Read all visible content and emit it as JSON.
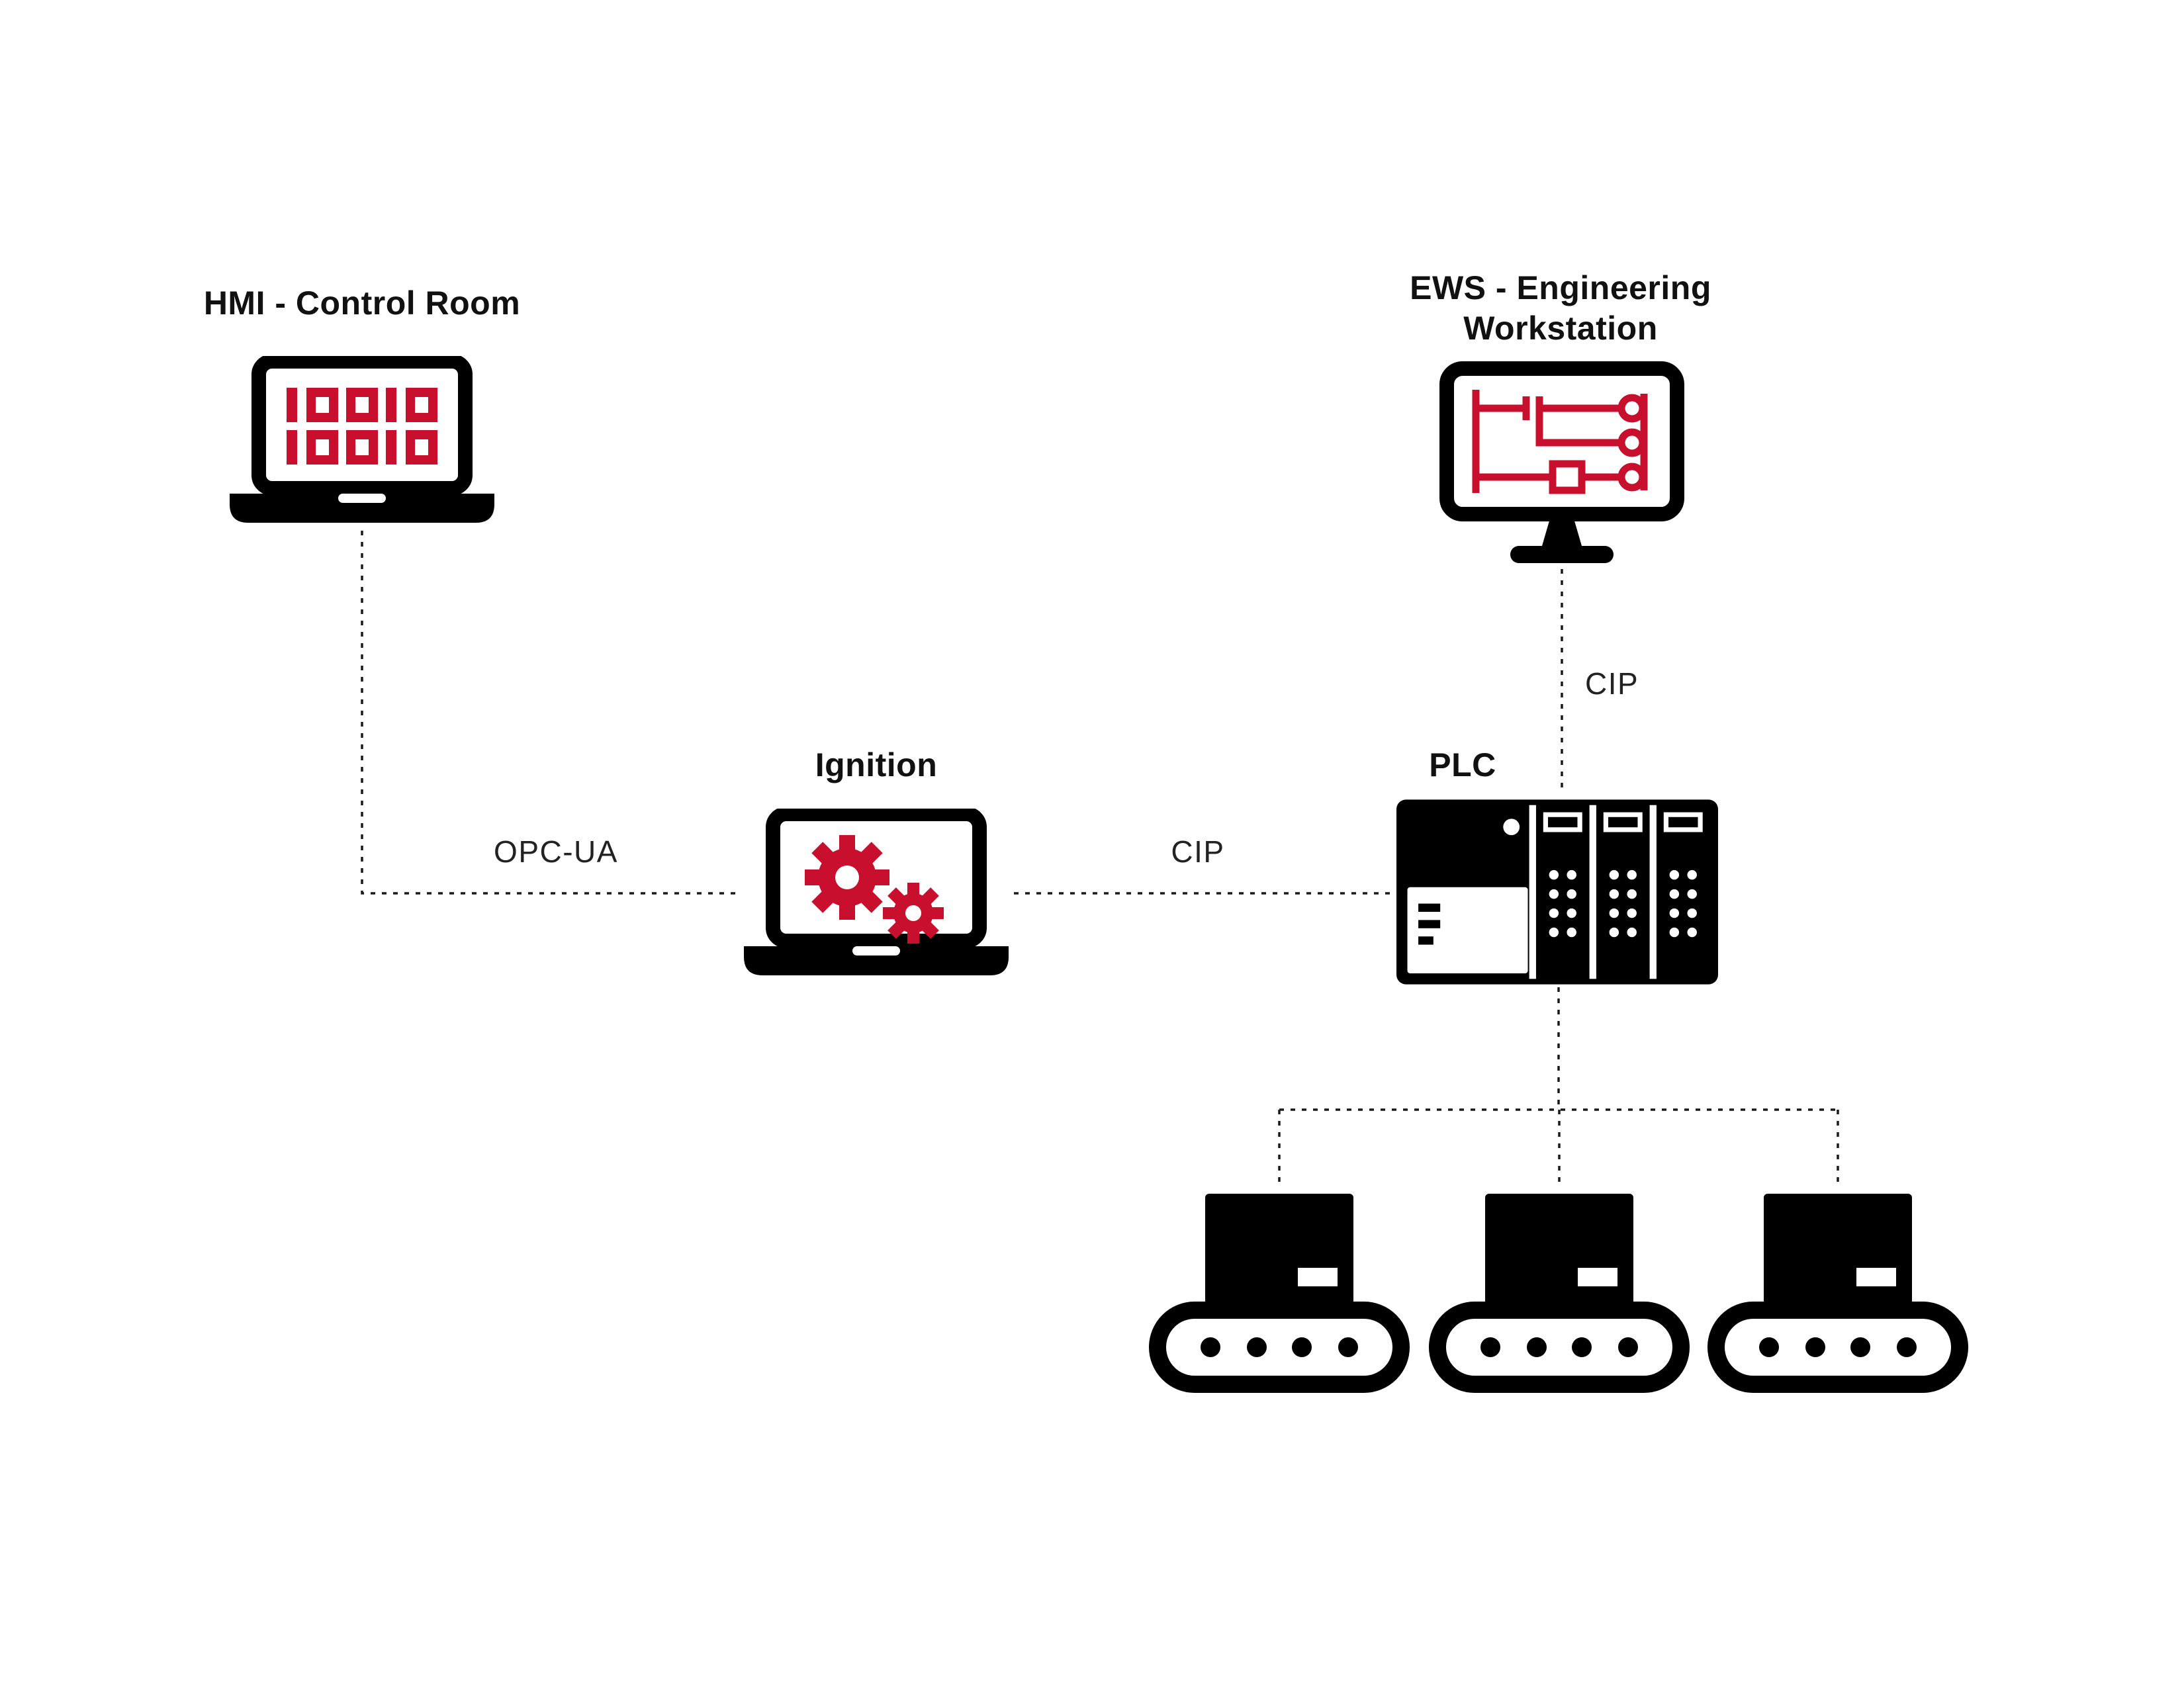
{
  "diagram": {
    "title": "Industrial control network diagram",
    "colors": {
      "accent_red": "#c8102e",
      "icon_black": "#000000",
      "line": "#1a1a1a",
      "background": "#ffffff"
    },
    "icons": {
      "hmi": "laptop-binary-screen-icon",
      "ews": "monitor-ladder-logic-icon",
      "ignition": "laptop-gears-icon",
      "plc": "plc-rack-icon",
      "field_devices": "conveyor-machine-icon"
    },
    "nodes": {
      "hmi": {
        "label": "HMI - Control Room"
      },
      "ews": {
        "label_line1": "EWS - Engineering",
        "label_line2": "Workstation"
      },
      "ignition": {
        "label": "Ignition"
      },
      "plc": {
        "label": "PLC"
      }
    },
    "connections": {
      "opcua": {
        "label": "OPC-UA"
      },
      "cip_ignition_plc": {
        "label": "CIP"
      },
      "cip_ews_plc": {
        "label": "CIP"
      }
    }
  }
}
